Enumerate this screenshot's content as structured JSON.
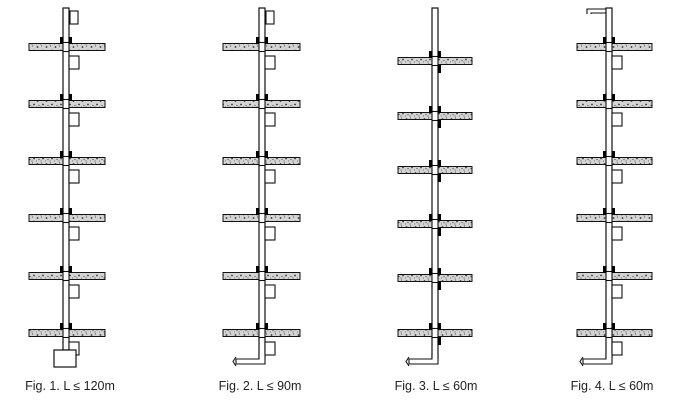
{
  "figures": [
    {
      "caption": "Fig. 1. L ≤ 120m",
      "top_outlet": "hook",
      "bottom_outlet": "box",
      "trap_boxes": true
    },
    {
      "caption": "Fig. 2. L ≤ 90m",
      "top_outlet": "hook",
      "bottom_outlet": "elbow",
      "trap_boxes": true
    },
    {
      "caption": "Fig. 3. L ≤ 60m",
      "top_outlet": "none",
      "bottom_outlet": "elbow",
      "trap_boxes": false
    },
    {
      "caption": "Fig. 4. L ≤ 60m",
      "top_outlet": "bend",
      "bottom_outlet": "elbow",
      "trap_boxes": true
    }
  ],
  "floors_per_figure": 6,
  "colors": {
    "line": "#111111",
    "slab_fill": "#d2d2d2",
    "background": "#ffffff"
  }
}
